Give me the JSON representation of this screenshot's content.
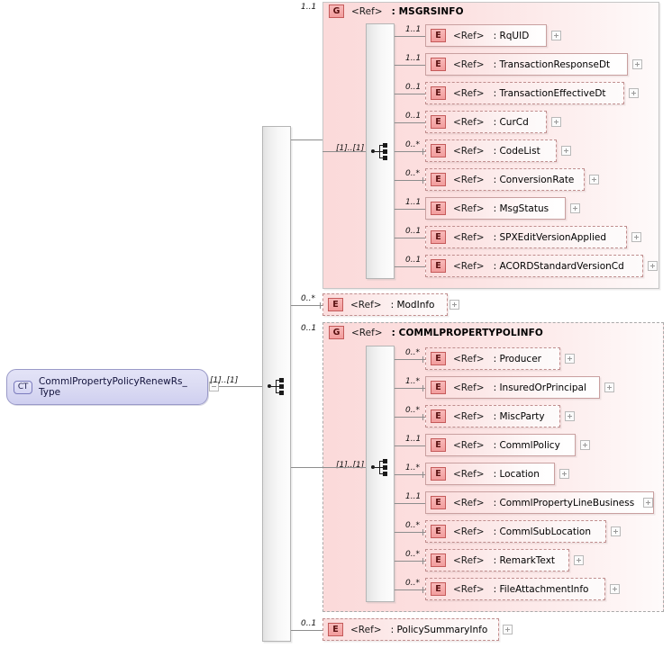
{
  "diagram": {
    "kind": "xsd-schema-diagram",
    "root": {
      "badge": "CT",
      "name": "CommlPropertyPolicyRenewRs_Type",
      "cardinality": "[1]..[1]"
    },
    "groups": [
      {
        "badge": "G",
        "ref": "<Ref>",
        "name": ": MSGRSINFO",
        "cardinality": "1..1",
        "inner_cardinality": "[1]..[1]",
        "border": "solid",
        "children": [
          {
            "badge": "E",
            "ref": "<Ref>",
            "name": ": RqUID",
            "cardinality": "1..1",
            "border": "solid"
          },
          {
            "badge": "E",
            "ref": "<Ref>",
            "name": ": TransactionResponseDt",
            "cardinality": "1..1",
            "border": "solid"
          },
          {
            "badge": "E",
            "ref": "<Ref>",
            "name": ": TransactionEffectiveDt",
            "cardinality": "0..1",
            "border": "dashed"
          },
          {
            "badge": "E",
            "ref": "<Ref>",
            "name": ": CurCd",
            "cardinality": "0..1",
            "border": "dashed"
          },
          {
            "badge": "E",
            "ref": "<Ref>",
            "name": ": CodeList",
            "cardinality": "0..*",
            "border": "dashed"
          },
          {
            "badge": "E",
            "ref": "<Ref>",
            "name": ": ConversionRate",
            "cardinality": "0..*",
            "border": "dashed"
          },
          {
            "badge": "E",
            "ref": "<Ref>",
            "name": ": MsgStatus",
            "cardinality": "1..1",
            "border": "solid"
          },
          {
            "badge": "E",
            "ref": "<Ref>",
            "name": ": SPXEditVersionApplied",
            "cardinality": "0..1",
            "border": "dashed"
          },
          {
            "badge": "E",
            "ref": "<Ref>",
            "name": ": ACORDStandardVersionCd",
            "cardinality": "0..1",
            "border": "dashed"
          }
        ]
      },
      {
        "badge": "G",
        "ref": "<Ref>",
        "name": ": COMMLPROPERTYPOLINFO",
        "cardinality": "0..1",
        "inner_cardinality": "[1]..[1]",
        "border": "dashed",
        "children": [
          {
            "badge": "E",
            "ref": "<Ref>",
            "name": ": Producer",
            "cardinality": "0..*",
            "border": "dashed"
          },
          {
            "badge": "E",
            "ref": "<Ref>",
            "name": ": InsuredOrPrincipal",
            "cardinality": "1..*",
            "border": "solid"
          },
          {
            "badge": "E",
            "ref": "<Ref>",
            "name": ": MiscParty",
            "cardinality": "0..*",
            "border": "dashed"
          },
          {
            "badge": "E",
            "ref": "<Ref>",
            "name": ": CommlPolicy",
            "cardinality": "1..1",
            "border": "solid"
          },
          {
            "badge": "E",
            "ref": "<Ref>",
            "name": ": Location",
            "cardinality": "1..*",
            "border": "solid"
          },
          {
            "badge": "E",
            "ref": "<Ref>",
            "name": ": CommlPropertyLineBusiness",
            "cardinality": "1..1",
            "border": "solid"
          },
          {
            "badge": "E",
            "ref": "<Ref>",
            "name": ": CommlSubLocation",
            "cardinality": "0..*",
            "border": "dashed"
          },
          {
            "badge": "E",
            "ref": "<Ref>",
            "name": ": RemarkText",
            "cardinality": "0..*",
            "border": "dashed"
          },
          {
            "badge": "E",
            "ref": "<Ref>",
            "name": ": FileAttachmentInfo",
            "cardinality": "0..*",
            "border": "dashed"
          }
        ]
      }
    ],
    "top_level_elements": [
      {
        "badge": "E",
        "ref": "<Ref>",
        "name": ": ModInfo",
        "cardinality": "0..*",
        "border": "dashed"
      },
      {
        "badge": "E",
        "ref": "<Ref>",
        "name": ": PolicySummaryInfo",
        "cardinality": "0..1",
        "border": "dashed"
      }
    ],
    "colors": {
      "node_fill": "#fbdddd",
      "node_border_solid": "#c9a0a0",
      "node_border_dashed": "#c08e8e",
      "badge_fill": "#f5a7a7",
      "badge_border": "#c45a5a",
      "group_fill": "#fbdada",
      "root_fill": "#dcdcf3",
      "root_border": "#9a9ac8",
      "connector": "#8d8d8d",
      "seqbar_fill": "#f0f0f0"
    }
  }
}
